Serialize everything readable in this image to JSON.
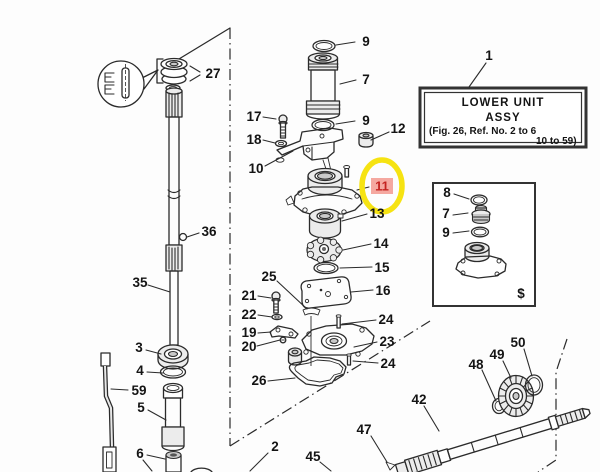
{
  "figure": {
    "type": "exploded-parts-diagram",
    "highlighted_part": "11",
    "highlight_ring_color": "#f6e312",
    "highlight_label_bg": "#f5a8a0",
    "highlight_label_text_color": "#c42320"
  },
  "info_box": {
    "title_line1": "LOWER UNIT",
    "title_line2": "ASSY",
    "ref_line1": "(Fig. 26, Ref. No. 2 to 6",
    "ref_line2": "10 to 59)"
  },
  "inset_box": {
    "callout_8": "8",
    "callout_7": "7",
    "callout_9": "9",
    "symbol": "$"
  },
  "callouts": {
    "c1": "1",
    "c2": "2",
    "c3": "3",
    "c4": "4",
    "c5": "5",
    "c6": "6",
    "c7": "7",
    "c9_top": "9",
    "c9_bottom": "9",
    "c10": "10",
    "c11": "11",
    "c12": "12",
    "c13": "13",
    "c14": "14",
    "c15": "15",
    "c16": "16",
    "c17": "17",
    "c18": "18",
    "c19": "19",
    "c20": "20",
    "c21": "21",
    "c22": "22",
    "c23": "23",
    "c24_top": "24",
    "c24_bottom": "24",
    "c25": "25",
    "c26": "26",
    "c27": "27",
    "c35": "35",
    "c36": "36",
    "c42": "42",
    "c45": "45",
    "c47": "47",
    "c48": "48",
    "c49": "49",
    "c50": "50",
    "c59": "59"
  }
}
